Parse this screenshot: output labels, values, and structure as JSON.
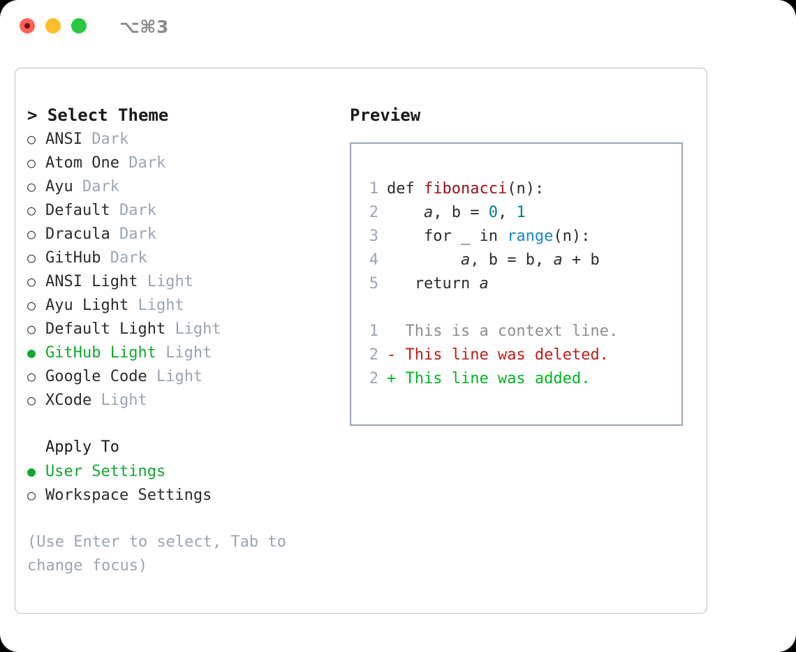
{
  "titlebar": {
    "shortcut": "⌥⌘3",
    "buttons": [
      {
        "name": "close",
        "color": "#ff6058"
      },
      {
        "name": "minimize",
        "color": "#ffbd2e"
      },
      {
        "name": "zoom",
        "color": "#28c840"
      }
    ]
  },
  "theme_picker": {
    "heading": "> Select Theme",
    "items": [
      {
        "bullet": "○",
        "label": "ANSI",
        "kind": "Dark",
        "selected": false
      },
      {
        "bullet": "○",
        "label": "Atom One",
        "kind": "Dark",
        "selected": false
      },
      {
        "bullet": "○",
        "label": "Ayu",
        "kind": "Dark",
        "selected": false
      },
      {
        "bullet": "○",
        "label": "Default",
        "kind": "Dark",
        "selected": false
      },
      {
        "bullet": "○",
        "label": "Dracula",
        "kind": "Dark",
        "selected": false
      },
      {
        "bullet": "○",
        "label": "GitHub",
        "kind": "Dark",
        "selected": false
      },
      {
        "bullet": "○",
        "label": "ANSI Light",
        "kind": "Light",
        "selected": false
      },
      {
        "bullet": "○",
        "label": "Ayu Light",
        "kind": "Light",
        "selected": false
      },
      {
        "bullet": "○",
        "label": "Default Light",
        "kind": "Light",
        "selected": false
      },
      {
        "bullet": "●",
        "label": "GitHub Light",
        "kind": "Light",
        "selected": true
      },
      {
        "bullet": "○",
        "label": "Google Code",
        "kind": "Light",
        "selected": false
      },
      {
        "bullet": "○",
        "label": "XCode",
        "kind": "Light",
        "selected": false
      }
    ]
  },
  "apply_to": {
    "heading": "Apply To",
    "items": [
      {
        "bullet": "●",
        "label": "User Settings",
        "selected": true
      },
      {
        "bullet": "○",
        "label": "Workspace Settings",
        "selected": false
      }
    ]
  },
  "hint": "(Use Enter to select, Tab to change focus)",
  "preview": {
    "title": "Preview",
    "code_lines": [
      {
        "no": "1",
        "tokens": [
          {
            "t": "def ",
            "c": "plain"
          },
          {
            "t": "fibonacci",
            "c": "fn"
          },
          {
            "t": "(n):",
            "c": "plain"
          }
        ]
      },
      {
        "no": "2",
        "tokens": [
          {
            "t": "    ",
            "c": "plain"
          },
          {
            "t": "a",
            "c": "var"
          },
          {
            "t": ", ",
            "c": "plain"
          },
          {
            "t": "b",
            "c": "plain"
          },
          {
            "t": " = ",
            "c": "plain"
          },
          {
            "t": "0",
            "c": "num"
          },
          {
            "t": ", ",
            "c": "plain"
          },
          {
            "t": "1",
            "c": "num"
          }
        ]
      },
      {
        "no": "3",
        "tokens": [
          {
            "t": "    for _ in ",
            "c": "plain"
          },
          {
            "t": "range",
            "c": "builtin"
          },
          {
            "t": "(n):",
            "c": "plain"
          }
        ]
      },
      {
        "no": "4",
        "tokens": [
          {
            "t": "        ",
            "c": "plain"
          },
          {
            "t": "a",
            "c": "var"
          },
          {
            "t": ", b = b, ",
            "c": "plain"
          },
          {
            "t": "a",
            "c": "var"
          },
          {
            "t": " + b",
            "c": "plain"
          }
        ]
      },
      {
        "no": "5",
        "tokens": [
          {
            "t": "   return ",
            "c": "plain"
          },
          {
            "t": "a",
            "c": "var"
          }
        ]
      }
    ],
    "diff_lines": [
      {
        "no": "1",
        "marker": " ",
        "text": "This is a context line.",
        "kind": "ctx"
      },
      {
        "no": "2",
        "marker": "-",
        "text": "This line was deleted.",
        "kind": "del"
      },
      {
        "no": "2",
        "marker": "+",
        "text": "This line was added.",
        "kind": "add"
      }
    ]
  },
  "colors": {
    "accent_green": "#10a830",
    "muted": "#9aa5b1",
    "border": "#b6bfca",
    "preview_border": "#9aa5b1",
    "diff_add": "#00b521",
    "diff_del": "#c21b17",
    "token_function": "#99101a",
    "token_number": "#00827f",
    "token_builtin": "#1488bf"
  }
}
